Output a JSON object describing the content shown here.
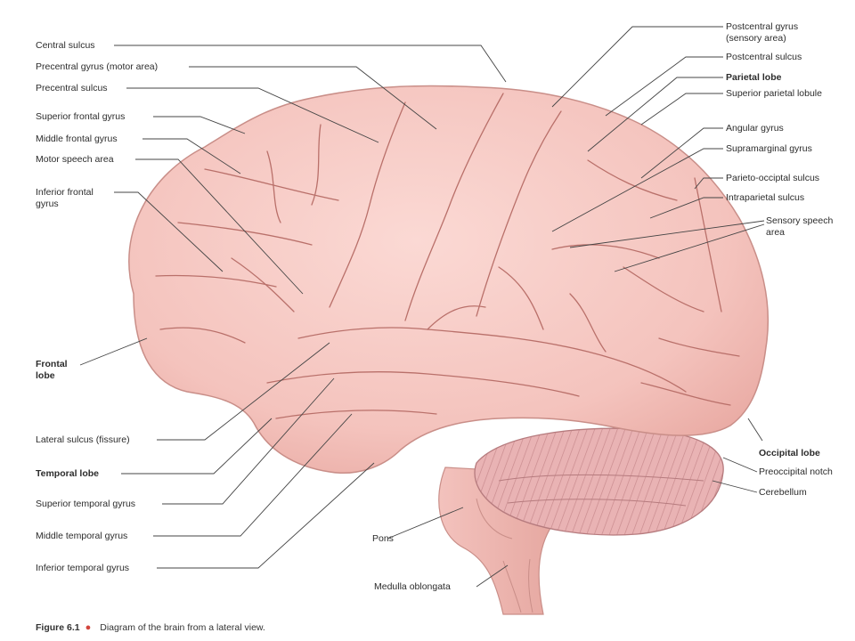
{
  "labels": {
    "central_sulcus": "Central sulcus",
    "precentral_gyrus": "Precentral gyrus (motor area)",
    "precentral_sulcus": "Precentral sulcus",
    "superior_frontal_gyrus": "Superior frontal gyrus",
    "middle_frontal_gyrus": "Middle frontal gyrus",
    "motor_speech_area": "Motor speech area",
    "inferior_frontal_gyrus_1": "Inferior frontal",
    "inferior_frontal_gyrus_2": "gyrus",
    "frontal_lobe_1": "Frontal",
    "frontal_lobe_2": "lobe",
    "lateral_sulcus": "Lateral sulcus (fissure)",
    "temporal_lobe": "Temporal lobe",
    "superior_temporal_gyrus": "Superior temporal gyrus",
    "middle_temporal_gyrus": "Middle temporal gyrus",
    "inferior_temporal_gyrus": "Inferior temporal gyrus",
    "postcentral_gyrus_1": "Postcentral gyrus",
    "postcentral_gyrus_2": "(sensory area)",
    "postcentral_sulcus": "Postcentral sulcus",
    "parietal_lobe": "Parietal lobe",
    "superior_parietal_lobule": "Superior parietal lobule",
    "angular_gyrus": "Angular gyrus",
    "supramarginal_gyrus": "Supramarginal gyrus",
    "parieto_occipital_sulcus": "Parieto-occiptal sulcus",
    "intraparietal_sulcus": "Intraparietal sulcus",
    "sensory_speech_area_1": "Sensory speech",
    "sensory_speech_area_2": "area",
    "occipital_lobe": "Occipital lobe",
    "preoccipital_notch": "Preoccipital notch",
    "cerebellum": "Cerebellum",
    "pons": "Pons",
    "medulla_oblongata": "Medulla oblongata"
  },
  "caption": {
    "figure": "Figure 6.1",
    "text": "Diagram of the brain from a lateral view."
  },
  "colors": {
    "brain_fill": "#f6c9c4",
    "brain_shade": "#e9a9a3",
    "sulcus_line": "#b9706a",
    "cerebellum_fill": "#e7aeb0",
    "leader_line": "#444444",
    "caption_dot": "#d2453d"
  }
}
